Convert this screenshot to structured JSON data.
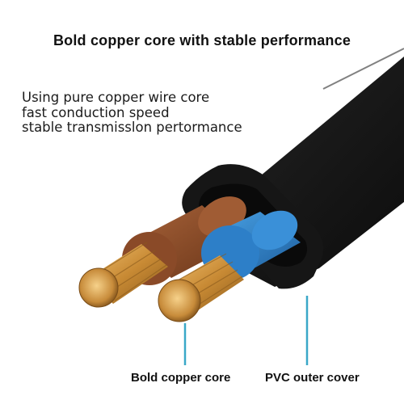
{
  "headline": "Bold copper core with stable performance",
  "description_lines": [
    "Using pure copper wire core",
    "fast conduction speed",
    "stable transmisslon pertormance"
  ],
  "callouts": {
    "left": "Bold copper core",
    "right": "PVC outer cover"
  },
  "colors": {
    "accent_line": "#3aa8c8",
    "sheath": "#141414",
    "brown_insulation": "#8a4a28",
    "blue_insulation": "#2d7fc8",
    "copper": "#d9a24a"
  }
}
